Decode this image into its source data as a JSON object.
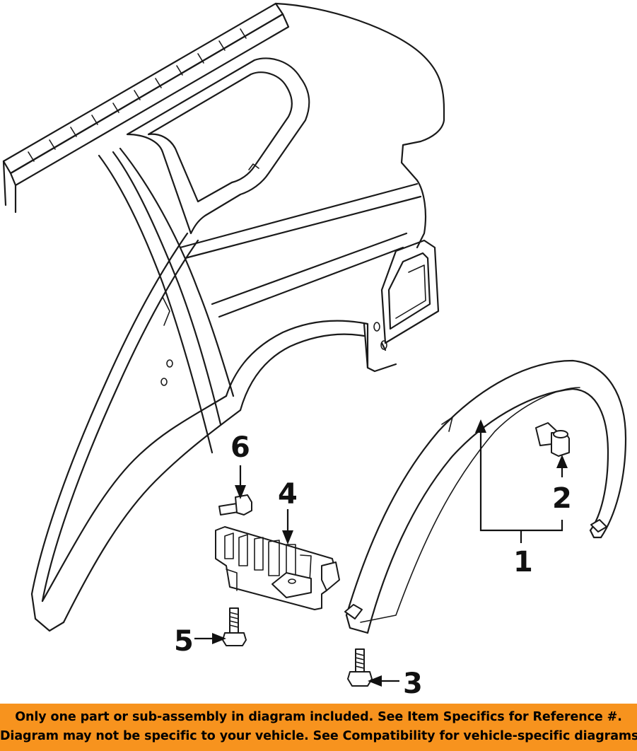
{
  "callouts": {
    "part_1": "1",
    "part_2": "2",
    "part_3": "3",
    "part_4": "4",
    "part_5": "5",
    "part_6": "6"
  },
  "disclaimer": {
    "line1": "Only one part or sub-assembly in diagram included. See Item Specifics for Reference #.",
    "line2": "Diagram may not be specific to your vehicle. See Compatibility for vehicle-specific diagrams.",
    "background_color": "#f7931e"
  }
}
